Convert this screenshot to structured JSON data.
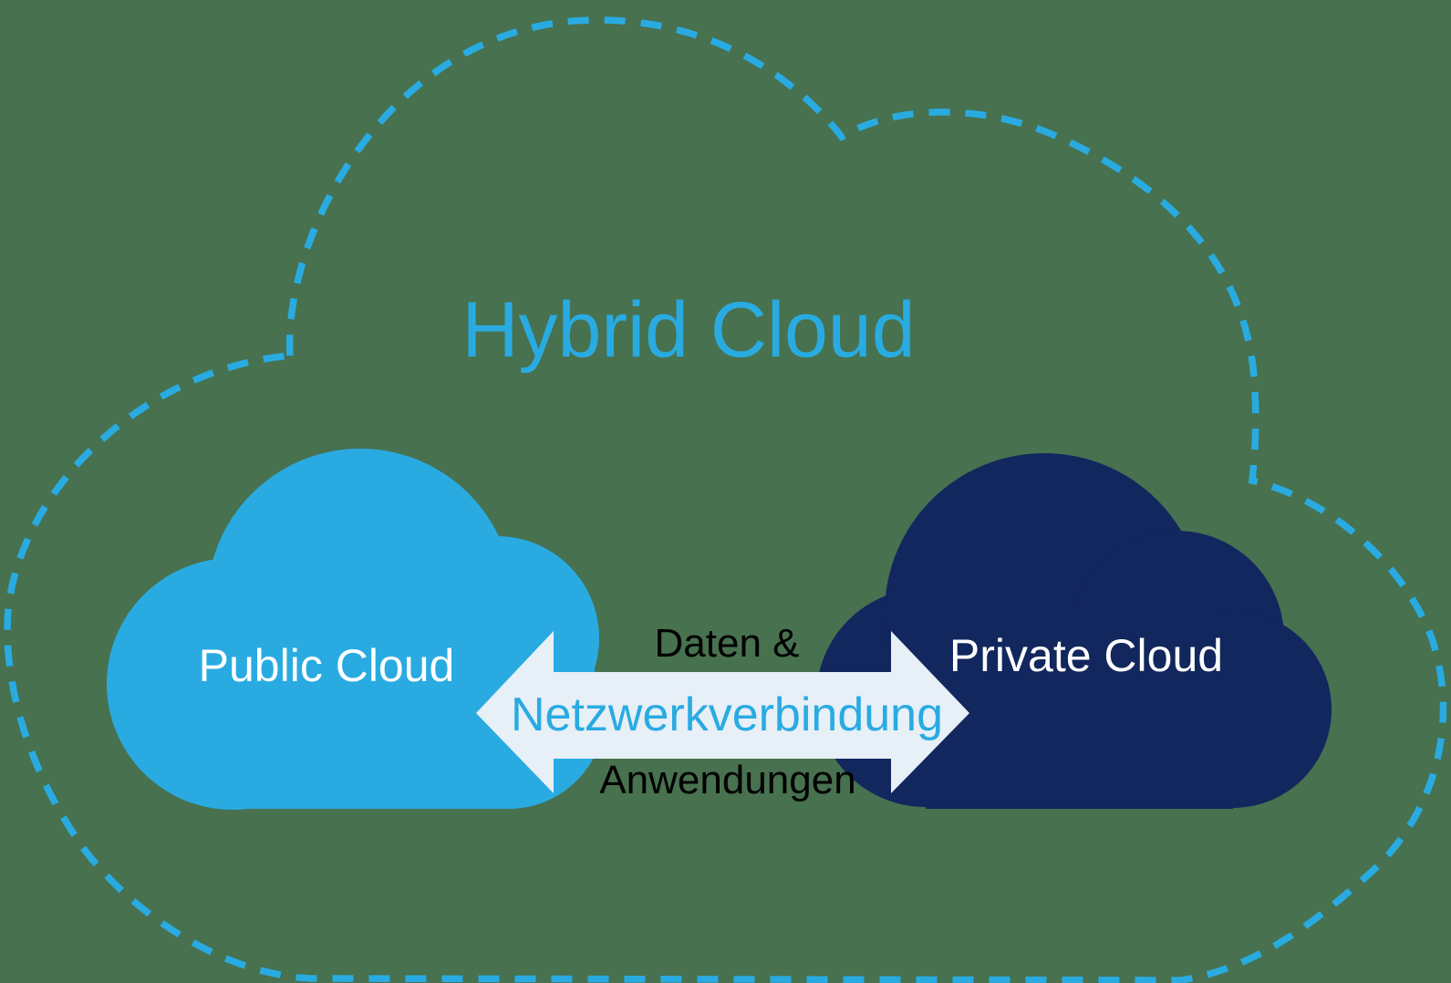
{
  "title": "Hybrid Cloud",
  "public_cloud": {
    "label": "Public Cloud"
  },
  "private_cloud": {
    "label": "Private Cloud"
  },
  "connection": {
    "label_top": "Daten &",
    "label_middle": "Netzwerkverbindung",
    "label_bottom": "Anwendungen"
  },
  "outline": {
    "style": "dashed",
    "shape": "cloud"
  },
  "colors": {
    "bg": "#47714F",
    "blue": "#29ABE2",
    "navy": "#12275E",
    "arrow": "#E7EFF7",
    "cloud_text": "#FFFFFF",
    "dark_text": "#000000"
  }
}
